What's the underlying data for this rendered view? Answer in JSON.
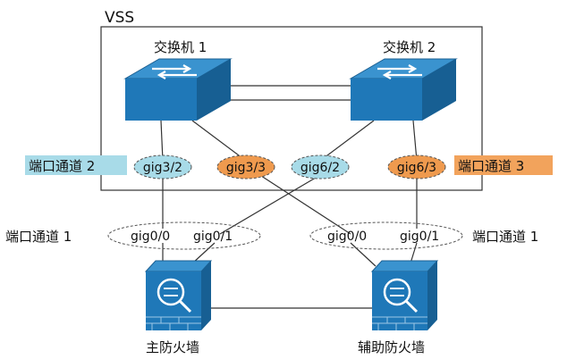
{
  "vss": {
    "label": "VSS"
  },
  "switches": [
    {
      "label": "交换机 1"
    },
    {
      "label": "交换机 2"
    }
  ],
  "firewalls": [
    {
      "label": "主防火墙"
    },
    {
      "label": "辅助防火墙"
    }
  ],
  "switch_ports": [
    {
      "label": "gig3/2",
      "channel": "2"
    },
    {
      "label": "gig3/3",
      "channel": "3"
    },
    {
      "label": "gig6/2",
      "channel": "2"
    },
    {
      "label": "gig6/3",
      "channel": "3"
    }
  ],
  "firewall_ports": {
    "primary": [
      "gig0/0",
      "gig0/1"
    ],
    "secondary": [
      "gig0/0",
      "gig0/1"
    ]
  },
  "port_channels": {
    "left_blue": "端口通道 2",
    "right_orange": "端口通道 3",
    "left_fw": "端口通道 1",
    "right_fw": "端口通道 1"
  },
  "colors": {
    "switch_blue": "#1f78b8",
    "switch_top": "#3a93cf",
    "firewall_blue": "#1f78b8",
    "channel2_bg": "#a8dbe8",
    "channel3_bg": "#f2a35c",
    "orange_ellipse": "#ef9a4e",
    "blue_ellipse": "#a8dbe8"
  }
}
